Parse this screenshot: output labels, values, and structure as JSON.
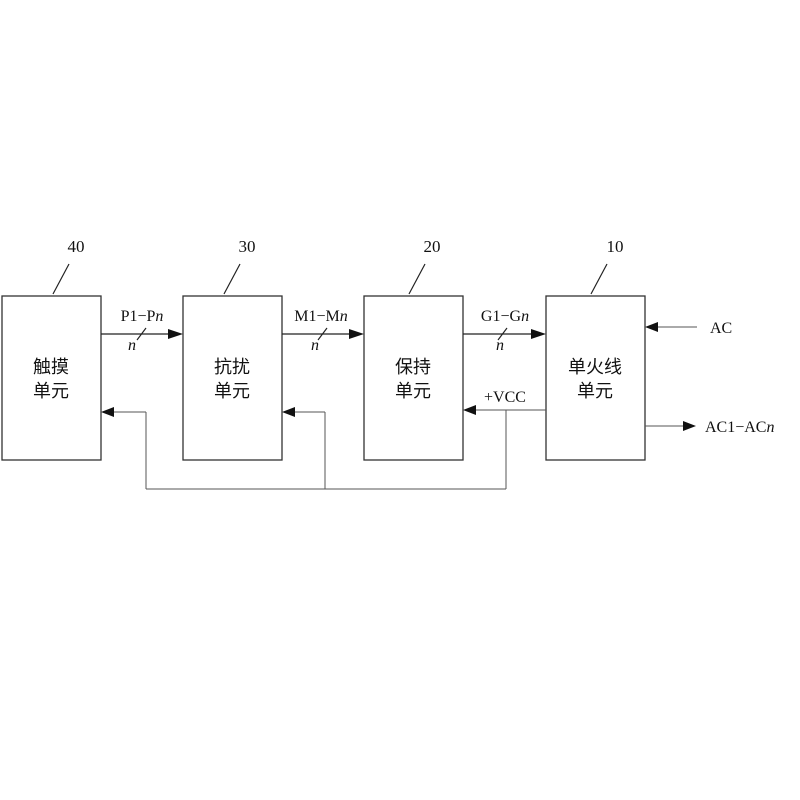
{
  "blocks": {
    "touch": {
      "ref": "40",
      "line1": "触摸",
      "line2": "单元"
    },
    "anti_interference": {
      "ref": "30",
      "line1": "抗扰",
      "line2": "单元"
    },
    "hold": {
      "ref": "20",
      "line1": "保持",
      "line2": "单元"
    },
    "single_live_wire": {
      "ref": "10",
      "line1": "单火线",
      "line2": "单元"
    }
  },
  "buses": {
    "p_bus": {
      "prefix": "P1−P",
      "var": "n",
      "width": "n"
    },
    "m_bus": {
      "prefix": "M1−M",
      "var": "n",
      "width": "n"
    },
    "g_bus": {
      "prefix": "G1−G",
      "var": "n",
      "width": "n"
    }
  },
  "signals": {
    "ac_in": "AC",
    "vcc": "+VCC",
    "ac_out_prefix": "AC1−AC",
    "ac_out_var": "n"
  },
  "colors": {
    "line": "#222222",
    "text": "#111111",
    "background": "#ffffff"
  }
}
